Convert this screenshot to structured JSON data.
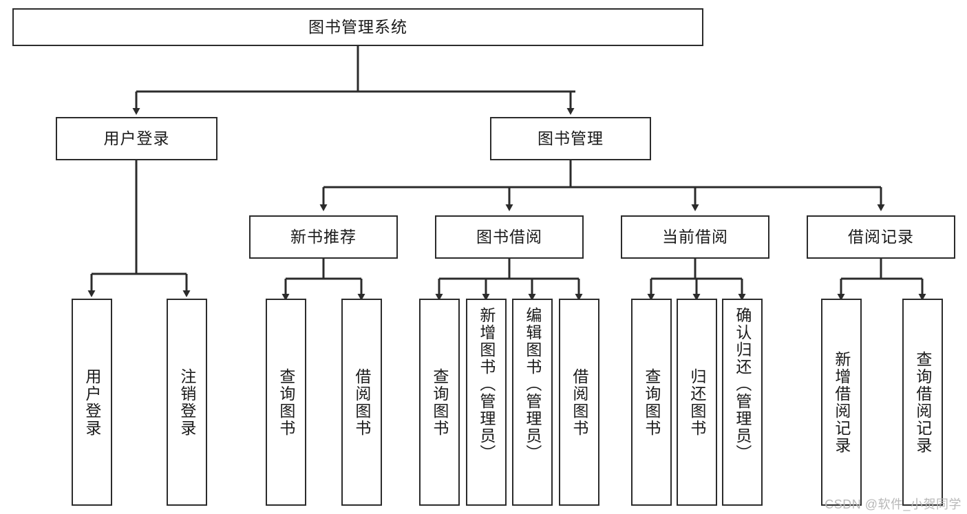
{
  "diagram": {
    "title": "图书管理系统",
    "type": "tree",
    "root": {
      "id": "root",
      "label": "图书管理系统",
      "level": 1
    },
    "level2": [
      {
        "id": "user-login",
        "label": "用户登录"
      },
      {
        "id": "book-manage",
        "label": "图书管理"
      }
    ],
    "level3": [
      {
        "id": "new-book-recommend",
        "label": "新书推荐",
        "parent": "book-manage"
      },
      {
        "id": "book-borrow",
        "label": "图书借阅",
        "parent": "book-manage"
      },
      {
        "id": "current-borrow",
        "label": "当前借阅",
        "parent": "book-manage"
      },
      {
        "id": "borrow-record",
        "label": "借阅记录",
        "parent": "book-manage"
      }
    ],
    "leaves": [
      {
        "id": "leaf-user-login",
        "label": "用户登录",
        "parent": "user-login"
      },
      {
        "id": "leaf-logout",
        "label": "注销登录",
        "parent": "user-login"
      },
      {
        "id": "leaf-query-book-1",
        "label": "查询图书",
        "parent": "new-book-recommend"
      },
      {
        "id": "leaf-borrow-book-1",
        "label": "借阅图书",
        "parent": "new-book-recommend"
      },
      {
        "id": "leaf-query-book-2",
        "label": "查询图书",
        "parent": "book-borrow"
      },
      {
        "id": "leaf-add-book",
        "label": "新增图书（管理员）",
        "parent": "book-borrow"
      },
      {
        "id": "leaf-edit-book",
        "label": "编辑图书（管理员）",
        "parent": "book-borrow"
      },
      {
        "id": "leaf-borrow-book-2",
        "label": "借阅图书",
        "parent": "book-borrow"
      },
      {
        "id": "leaf-query-book-3",
        "label": "查询图书",
        "parent": "current-borrow"
      },
      {
        "id": "leaf-return-book",
        "label": "归还图书",
        "parent": "current-borrow"
      },
      {
        "id": "leaf-confirm-return",
        "label": "确认归还（管理员）",
        "parent": "current-borrow"
      },
      {
        "id": "leaf-add-record",
        "label": "新增借阅记录",
        "parent": "borrow-record"
      },
      {
        "id": "leaf-query-record",
        "label": "查询借阅记录",
        "parent": "borrow-record"
      }
    ],
    "colors": {
      "stroke": "#2b2b2b",
      "fill": "#ffffff",
      "text": "#1a1a1a",
      "watermark": "#b8b8b8"
    }
  },
  "watermark": {
    "text": "CSDN @软件_小贺同学"
  }
}
